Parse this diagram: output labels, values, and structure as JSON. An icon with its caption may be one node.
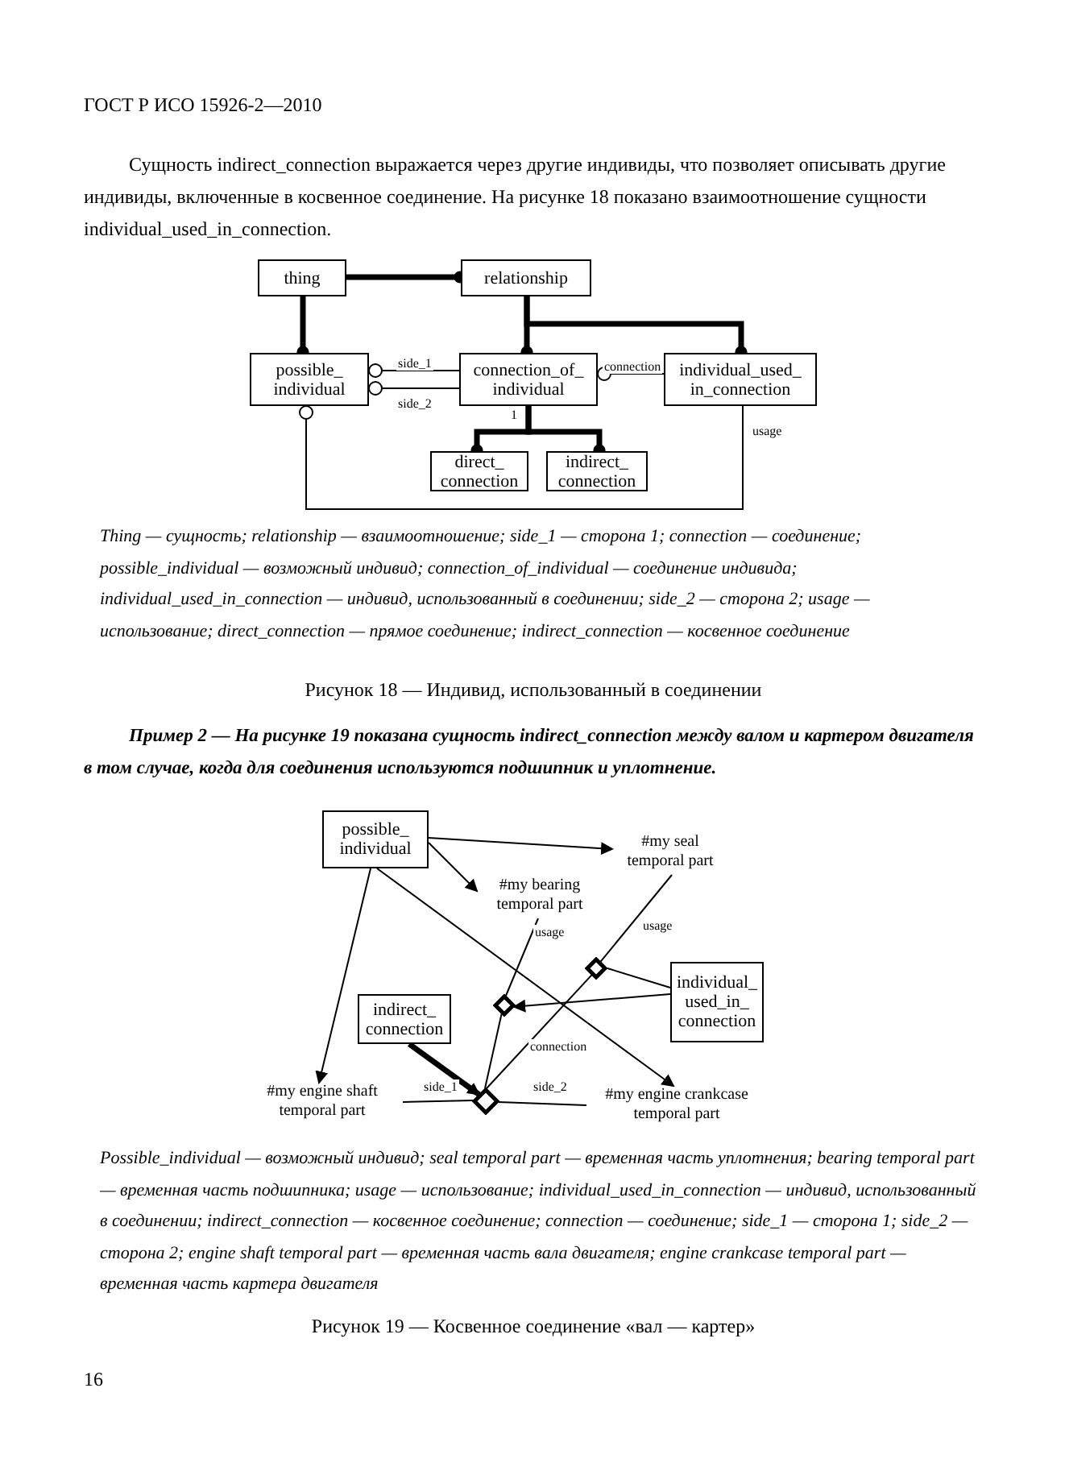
{
  "diagram": {
    "nodes": [
      {
        "text": [
          "thing"
        ]
      },
      {
        "text": [
          "relationship"
        ]
      },
      {
        "text": [
          "possible_ individual"
        ]
      },
      {
        "text": [
          "connection_of_ individual"
        ]
      },
      {
        "text": [
          "individual_used_ in_connection"
        ]
      },
      {
        "text": [
          "direct_ connection"
        ]
      },
      {
        "text": [
          "indirect_ connection"
        ]
      },
      {
        "text": [
          "possible_ individual"
        ]
      },
      {
        "text": [
          "#my seal temporal part"
        ]
      },
      {
        "text": [
          "#my bearing temporal part"
        ]
      },
      {
        "text": [
          "individual_ used_in_ connection"
        ]
      },
      {
        "text": [
          "indirect_ connection"
        ]
      },
      {
        "text": [
          "#my engine shaft temporal part"
        ]
      },
      {
        "text": [
          "#my engine crankcase temporal part"
        ]
      },
      {
        "text": [],
        "shape": "diamond"
      },
      {
        "text": [],
        "shape": "diamond"
      },
      {
        "text": [],
        "shape": "diamond"
      }
    ],
    "edges": [
      {
        "from": 0,
        "to": 1,
        "arrow": "other",
        "style": "thick"
      },
      {
        "from": 0,
        "to": 2,
        "arrow": "other",
        "style": "thick"
      },
      {
        "from": 1,
        "to": 3,
        "arrow": "other",
        "style": "thick"
      },
      {
        "from": 1,
        "to": 4,
        "arrow": "other",
        "style": "thick"
      },
      {
        "from": 3,
        "to": 5,
        "arrow": "other",
        "style": "thick",
        "label": "1"
      },
      {
        "from": 3,
        "to": 6,
        "arrow": "other",
        "style": "thick"
      },
      {
        "from": 3,
        "to": 2,
        "arrow": "other",
        "label": "side_1"
      },
      {
        "from": 3,
        "to": 2,
        "arrow": "other",
        "label": "side_2"
      },
      {
        "from": 4,
        "to": 3,
        "arrow": "other",
        "label": "connection"
      },
      {
        "from": 4,
        "to": 2,
        "arrow": "other",
        "label": "usage"
      },
      {
        "from": 7,
        "to": 8,
        "arrow": "to"
      },
      {
        "from": 7,
        "to": 9,
        "arrow": "to"
      },
      {
        "from": 7,
        "to": 12,
        "arrow": "to"
      },
      {
        "from": 7,
        "to": 13,
        "arrow": "to"
      },
      {
        "from": 10,
        "to": 14,
        "arrow": "none"
      },
      {
        "from": 10,
        "to": 15,
        "arrow": "to"
      },
      {
        "from": 8,
        "to": 14,
        "arrow": "none",
        "label": "usage"
      },
      {
        "from": 9,
        "to": 15,
        "arrow": "none",
        "label": "usage"
      },
      {
        "from": 14,
        "to": 16,
        "arrow": "none",
        "label": "connection"
      },
      {
        "from": 15,
        "to": 16,
        "arrow": "none"
      },
      {
        "from": 11,
        "to": 16,
        "arrow": "to",
        "style": "thick"
      },
      {
        "from": 16,
        "to": 12,
        "arrow": "none",
        "label": "side_1"
      },
      {
        "from": 16,
        "to": 13,
        "arrow": "none",
        "label": "side_2"
      }
    ],
    "labels": [
      "ГОСТ Р ИСО 15926-2—2010",
      "Сущность indirect_connection выражается через другие индивиды, что позволяет описывать другие индивиды, включенные в косвенное соединение. На рисунке 18 показано взаимоотношение сущности individual_used_in_connection.",
      "Thing — сущность; relationship — взаимоотношение; side_1 — сторона 1; connection — соединение; possible_individual — возможный индивид; connection_of_individual — соединение индивида; individual_used_in_connection — индивид, использованный в соединении; side_2 — сторона 2; usage — использование; direct_connection — прямое соединение; indirect_connection — косвенное соединение",
      "Рисунок 18 — Индивид, использованный в соединении",
      "Пример 2 — На рисунке 19 показана сущность indirect_connection между валом и картером двигателя в том случае, когда для соединения используются подшипник и уплотнение.",
      "Possible_individual — возможный индивид; seal temporal part — временная часть уплотнения; bearing temporal part — временная часть подшипника; usage — использование; individual_used_in_connection — индивид, использованный в соединении; indirect_connection — косвенное соединение; connection — соединение; side_1 — сторона 1; side_2 — сторона 2; engine shaft temporal part — временная часть вала двигателя; engine crankcase temporal part — временная часть картера двигателя",
      "Рисунок 19 — Косвенное соединение «вал — картер»",
      "16"
    ]
  }
}
